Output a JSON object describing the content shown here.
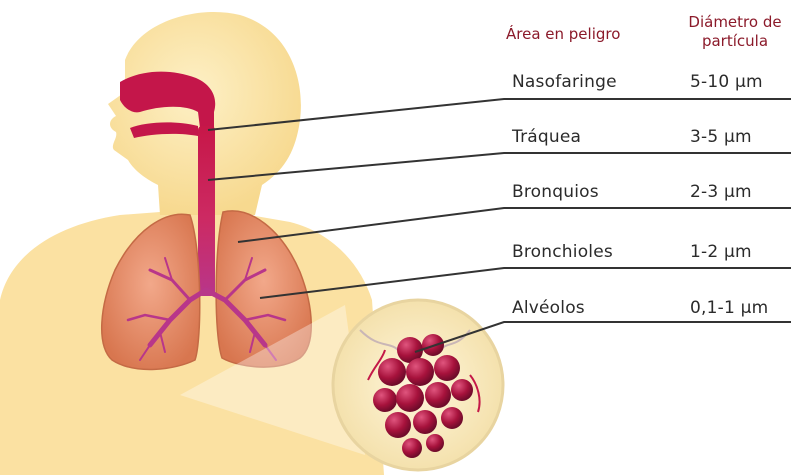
{
  "header": {
    "area_label": "Área en peligro",
    "diameter_label_line1": "Diámetro de",
    "diameter_label_line2": "partícula"
  },
  "rows": [
    {
      "area": "Nasofaringe",
      "diameter": "5-10 µm"
    },
    {
      "area": "Tráquea",
      "diameter": "3-5 µm"
    },
    {
      "area": "Bronquios",
      "diameter": "2-3 µm"
    },
    {
      "area": "Bronchioles",
      "diameter": "1-2 µm"
    },
    {
      "area": "Alvéolos",
      "diameter": "0,1-1 µm"
    }
  ],
  "colors": {
    "header_text": "#8b1a2a",
    "body_silhouette": "#fbe3a6",
    "airway": "#c41848",
    "lung": "#e28a66",
    "alveoli": "#a4123a",
    "leader_line": "#333333"
  },
  "icons": [
    "head-silhouette",
    "nasopharynx",
    "trachea",
    "lungs",
    "bronchial-tree",
    "alveoli-magnifier"
  ]
}
